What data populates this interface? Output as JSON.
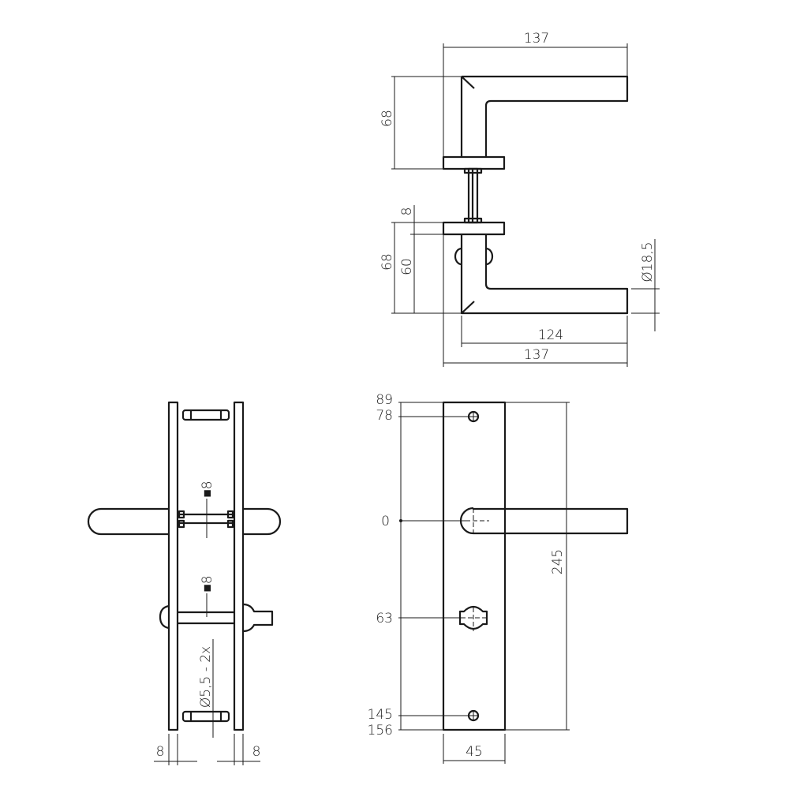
{
  "line_color": "#1a1a1a",
  "top_view": {
    "width_top": "137",
    "height_upper": "68",
    "rosette_thickness": "8",
    "height_lower": "68",
    "height_lower_inner": "60",
    "diameter": "Ø18,5",
    "lever_length": "124",
    "width_bottom": "137"
  },
  "side_view": {
    "spindle_upper": "■8",
    "spindle_lower": "■8",
    "screw_hole": "Ø5,5 - 2x",
    "plate_thickness_left": "8",
    "plate_thickness_right": "8"
  },
  "front_view": {
    "positions": [
      "89",
      "78",
      "0",
      "63",
      "145",
      "156"
    ],
    "plate_height": "245",
    "plate_width": "45"
  }
}
